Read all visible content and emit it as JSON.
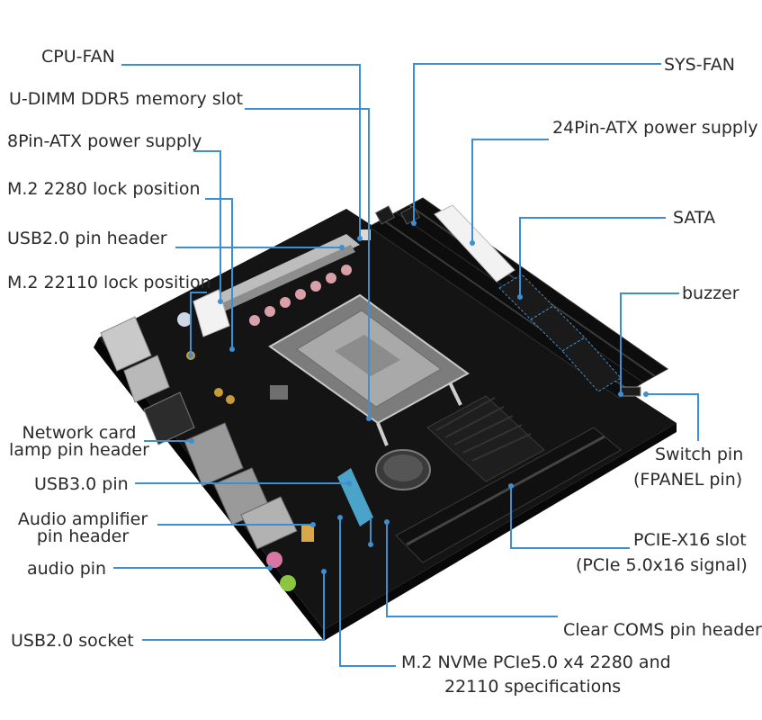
{
  "labels": {
    "cpu_fan": "CPU-FAN",
    "udimm": "U-DIMM DDR5 memory slot",
    "atx8": "8Pin-ATX power supply",
    "m2_2280_lock": "M.2 2280 lock position",
    "usb2_header": "USB2.0 pin header",
    "m2_22110_lock": "M.2 22110 lock position",
    "nic_lamp_1": "Network card",
    "nic_lamp_2": "lamp pin header",
    "usb3_pin": "USB3.0 pin",
    "amp_1": "Audio amplifier",
    "amp_2": "pin header",
    "audio_pin": "audio pin",
    "usb2_socket": "USB2.0 socket",
    "m2_nvme_1": "M.2 NVMe PCIe5.0 x4 2280 and",
    "m2_nvme_2": "22110 specifications",
    "sys_fan": "SYS-FAN",
    "atx24": "24Pin-ATX power supply",
    "sata": "SATA",
    "buzzer": "buzzer",
    "switch_1": "Switch pin",
    "switch_2": "(FPANEL pin)",
    "pcie_1": "PCIE-X16 slot",
    "pcie_2": "(PCIe 5.0x16 signal)",
    "clear_cmos": "Clear COMS pin header"
  },
  "colors": {
    "leader": "#3d8fd0",
    "pcb": "#141414",
    "socket": "#9a9a9a",
    "accent_blue": "#4aa3c9"
  }
}
